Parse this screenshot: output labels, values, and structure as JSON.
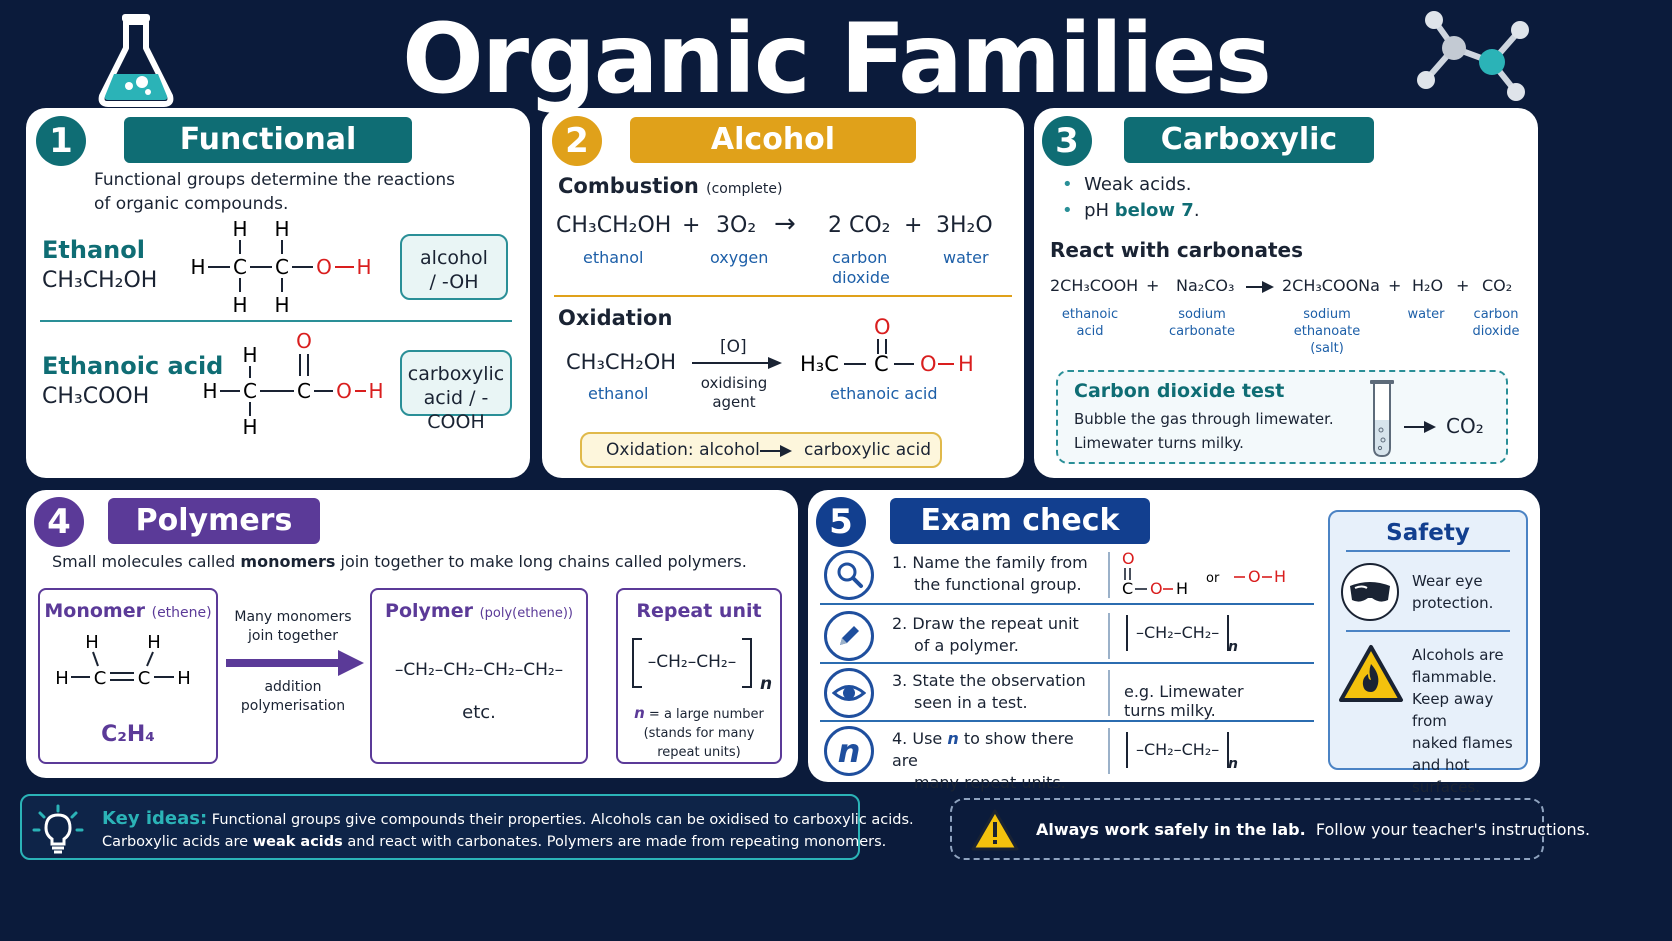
{
  "title": "Organic Families",
  "colors": {
    "background": "#0b1b3b",
    "teal": "#0f6d74",
    "amber": "#e0a11a",
    "purple": "#5b3a98",
    "navy": "#123f8f",
    "red": "#d91e1e",
    "blue": "#1d5fa8"
  },
  "icons": [
    "flask-icon",
    "molecule-icon",
    "search-icon",
    "pencil-icon",
    "eye-icon",
    "n-icon",
    "goggles-icon",
    "fire-warning-icon",
    "lightbulb-icon",
    "warning-icon",
    "test-tube-icon"
  ],
  "s1": {
    "num": "1",
    "title": "Functional groups",
    "intro_line1": "Functional groups determine the reactions",
    "intro_line2": "of organic compounds.",
    "ethanol": {
      "name": "Ethanol",
      "formula": "CH₃CH₂OH",
      "tag_line1": "alcohol",
      "tag_line2": "/ -OH"
    },
    "acid": {
      "name": "Ethanoic acid",
      "formula": "CH₃COOH",
      "tag_line1": "carboxylic",
      "tag_line2": "acid / -COOH"
    }
  },
  "s2": {
    "num": "2",
    "title": "Alcohol reactions",
    "combustion": "Combustion",
    "complete": "(complete)",
    "eq": {
      "a": "CH₃CH₂OH",
      "plus1": "+",
      "b": "3O₂",
      "arrow": "→",
      "c": "2 CO₂",
      "plus2": "+",
      "d": "3H₂O"
    },
    "labels": {
      "a": "ethanol",
      "b": "oxygen",
      "c1": "carbon",
      "c2": "dioxide",
      "d": "water"
    },
    "oxidation": "Oxidation",
    "ox_reactant": "CH₃CH₂OH",
    "ox_reactant_label": "ethanol",
    "ox_agent": "[O]",
    "ox_agent_label1": "oxidising",
    "ox_agent_label2": "agent",
    "ox_product_label": "ethanoic acid",
    "summary_a": "Oxidation:  alcohol",
    "summary_b": "carboxylic acid"
  },
  "s3": {
    "num": "3",
    "title": "Carboxylic acids",
    "bullet1": "Weak acids.",
    "bullet2_a": "pH ",
    "bullet2_b": "below 7",
    "bullet2_c": ".",
    "react_heading": "React with carbonates",
    "eq": {
      "a": "2CH₃COOH",
      "b": "Na₂CO₃",
      "c": "2CH₃COONa",
      "d": "H₂O",
      "e": "CO₂",
      "plus": "+"
    },
    "labels": {
      "a1": "ethanoic",
      "a2": "acid",
      "b1": "sodium",
      "b2": "carbonate",
      "c1": "sodium",
      "c2": "ethanoate",
      "c3": "(salt)",
      "d": "water",
      "e1": "carbon",
      "e2": "dioxide"
    },
    "test_title": "Carbon dioxide test",
    "test_line1": "Bubble the gas through limewater.",
    "test_line2": "Limewater turns milky.",
    "test_product": "CO₂"
  },
  "s4": {
    "num": "4",
    "title": "Polymers",
    "intro_a": "Small molecules called ",
    "intro_b": "monomers",
    "intro_c": " join together to make long chains called polymers.",
    "monomer_title": "Monomer",
    "monomer_sub": "(ethene)",
    "monomer_formula": "C₂H₄",
    "arrow_top1": "Many monomers",
    "arrow_top2": "join together",
    "arrow_bot1": "addition",
    "arrow_bot2": "polymerisation",
    "polymer_title": "Polymer",
    "polymer_sub": "(poly(ethene))",
    "polymer_chain": "–CH₂–CH₂–CH₂–CH₂–",
    "polymer_etc": "etc.",
    "repeat_title": "Repeat unit",
    "repeat_formula": "–CH₂–CH₂–",
    "repeat_n": "n",
    "repeat_note_a": "n",
    "repeat_note_b": " = a large number",
    "repeat_note_c": "(stands for many",
    "repeat_note_d": "repeat units)"
  },
  "s5": {
    "num": "5",
    "title": "Exam check",
    "q1": {
      "num": "1.",
      "line1": "Name the family from",
      "line2": "the functional group.",
      "or": "or"
    },
    "q2": {
      "num": "2.",
      "line1": "Draw the repeat unit",
      "line2": "of a polymer.",
      "ans": "–CH₂–CH₂–",
      "n": "n"
    },
    "q3": {
      "num": "3.",
      "line1": "State the observation",
      "line2": "seen in a test.",
      "ans": "e.g. Limewater turns milky."
    },
    "q4": {
      "num": "4.",
      "line1a": "Use ",
      "line1b": "n",
      "line1c": " to show there are",
      "line2": "many repeat units.",
      "ans": "–CH₂–CH₂–",
      "n": "n",
      "icon": "n"
    },
    "safety_title": "Safety",
    "safety1_line1": "Wear eye",
    "safety1_line2": "protection.",
    "safety2_line1": "Alcohols are",
    "safety2_line2": "flammable.",
    "safety2_line3": "Keep away from",
    "safety2_line4": "naked flames",
    "safety2_line5": "and hot surfaces."
  },
  "footer": {
    "key_label": "Key ideas:",
    "key_line1": "Functional groups give compounds their properties. Alcohols can be oxidised to carboxylic acids.",
    "key_line2a": "Carboxylic acids are ",
    "key_line2b": "weak acids",
    "key_line2c": " and react with carbonates. Polymers are made from repeating monomers.",
    "safety_bold": "Always work safely in the lab.",
    "safety_rest": "Follow your teacher's instructions."
  },
  "atoms": {
    "H": "H",
    "C": "C",
    "O": "O",
    "H3C": "H₃C"
  }
}
